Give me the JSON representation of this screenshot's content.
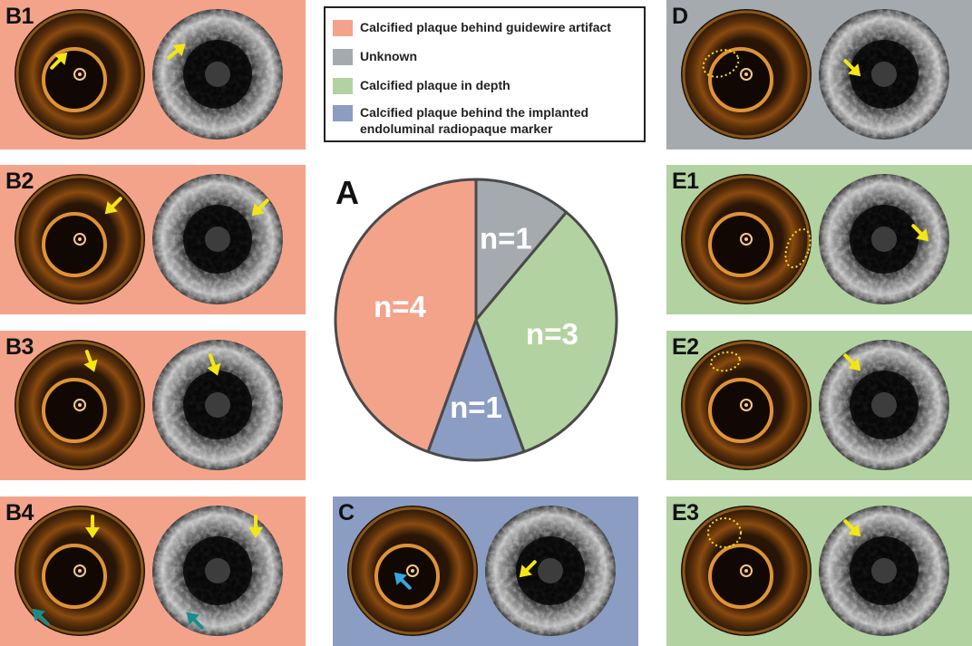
{
  "colors": {
    "guidewire": "#f4a38b",
    "unknown": "#a5aaaf",
    "depth": "#b2d3a1",
    "marker": "#8b9dc3",
    "arrow": "#f4e614",
    "teal_arrow": "#1a8c8c",
    "blue_arrow": "#35a6e0"
  },
  "legend": {
    "items": [
      {
        "label": "Calcified plaque behind guidewire artifact",
        "color": "#f4a38b"
      },
      {
        "label": "Unknown",
        "color": "#a5aaaf"
      },
      {
        "label": "Calcified plaque in depth",
        "color": "#b2d3a1"
      },
      {
        "label": "Calcified plaque behind the implanted endoluminal radiopaque marker",
        "color": "#8b9dc3"
      }
    ]
  },
  "panels": {
    "B1": "B1",
    "B2": "B2",
    "B3": "B3",
    "B4": "B4",
    "C": "C",
    "D": "D",
    "E1": "E1",
    "E2": "E2",
    "E3": "E3"
  },
  "chart_data": {
    "type": "pie",
    "title": "A",
    "slices": [
      {
        "label": "n=1",
        "value": 1,
        "category": "Unknown",
        "color": "#a5aaaf"
      },
      {
        "label": "n=3",
        "value": 3,
        "category": "Calcified plaque in depth",
        "color": "#b2d3a1"
      },
      {
        "label": "n=1",
        "value": 1,
        "category": "Calcified plaque behind the implanted endoluminal radiopaque marker",
        "color": "#8b9dc3"
      },
      {
        "label": "n=4",
        "value": 4,
        "category": "Calcified plaque behind guidewire artifact",
        "color": "#f4a38b"
      }
    ]
  }
}
